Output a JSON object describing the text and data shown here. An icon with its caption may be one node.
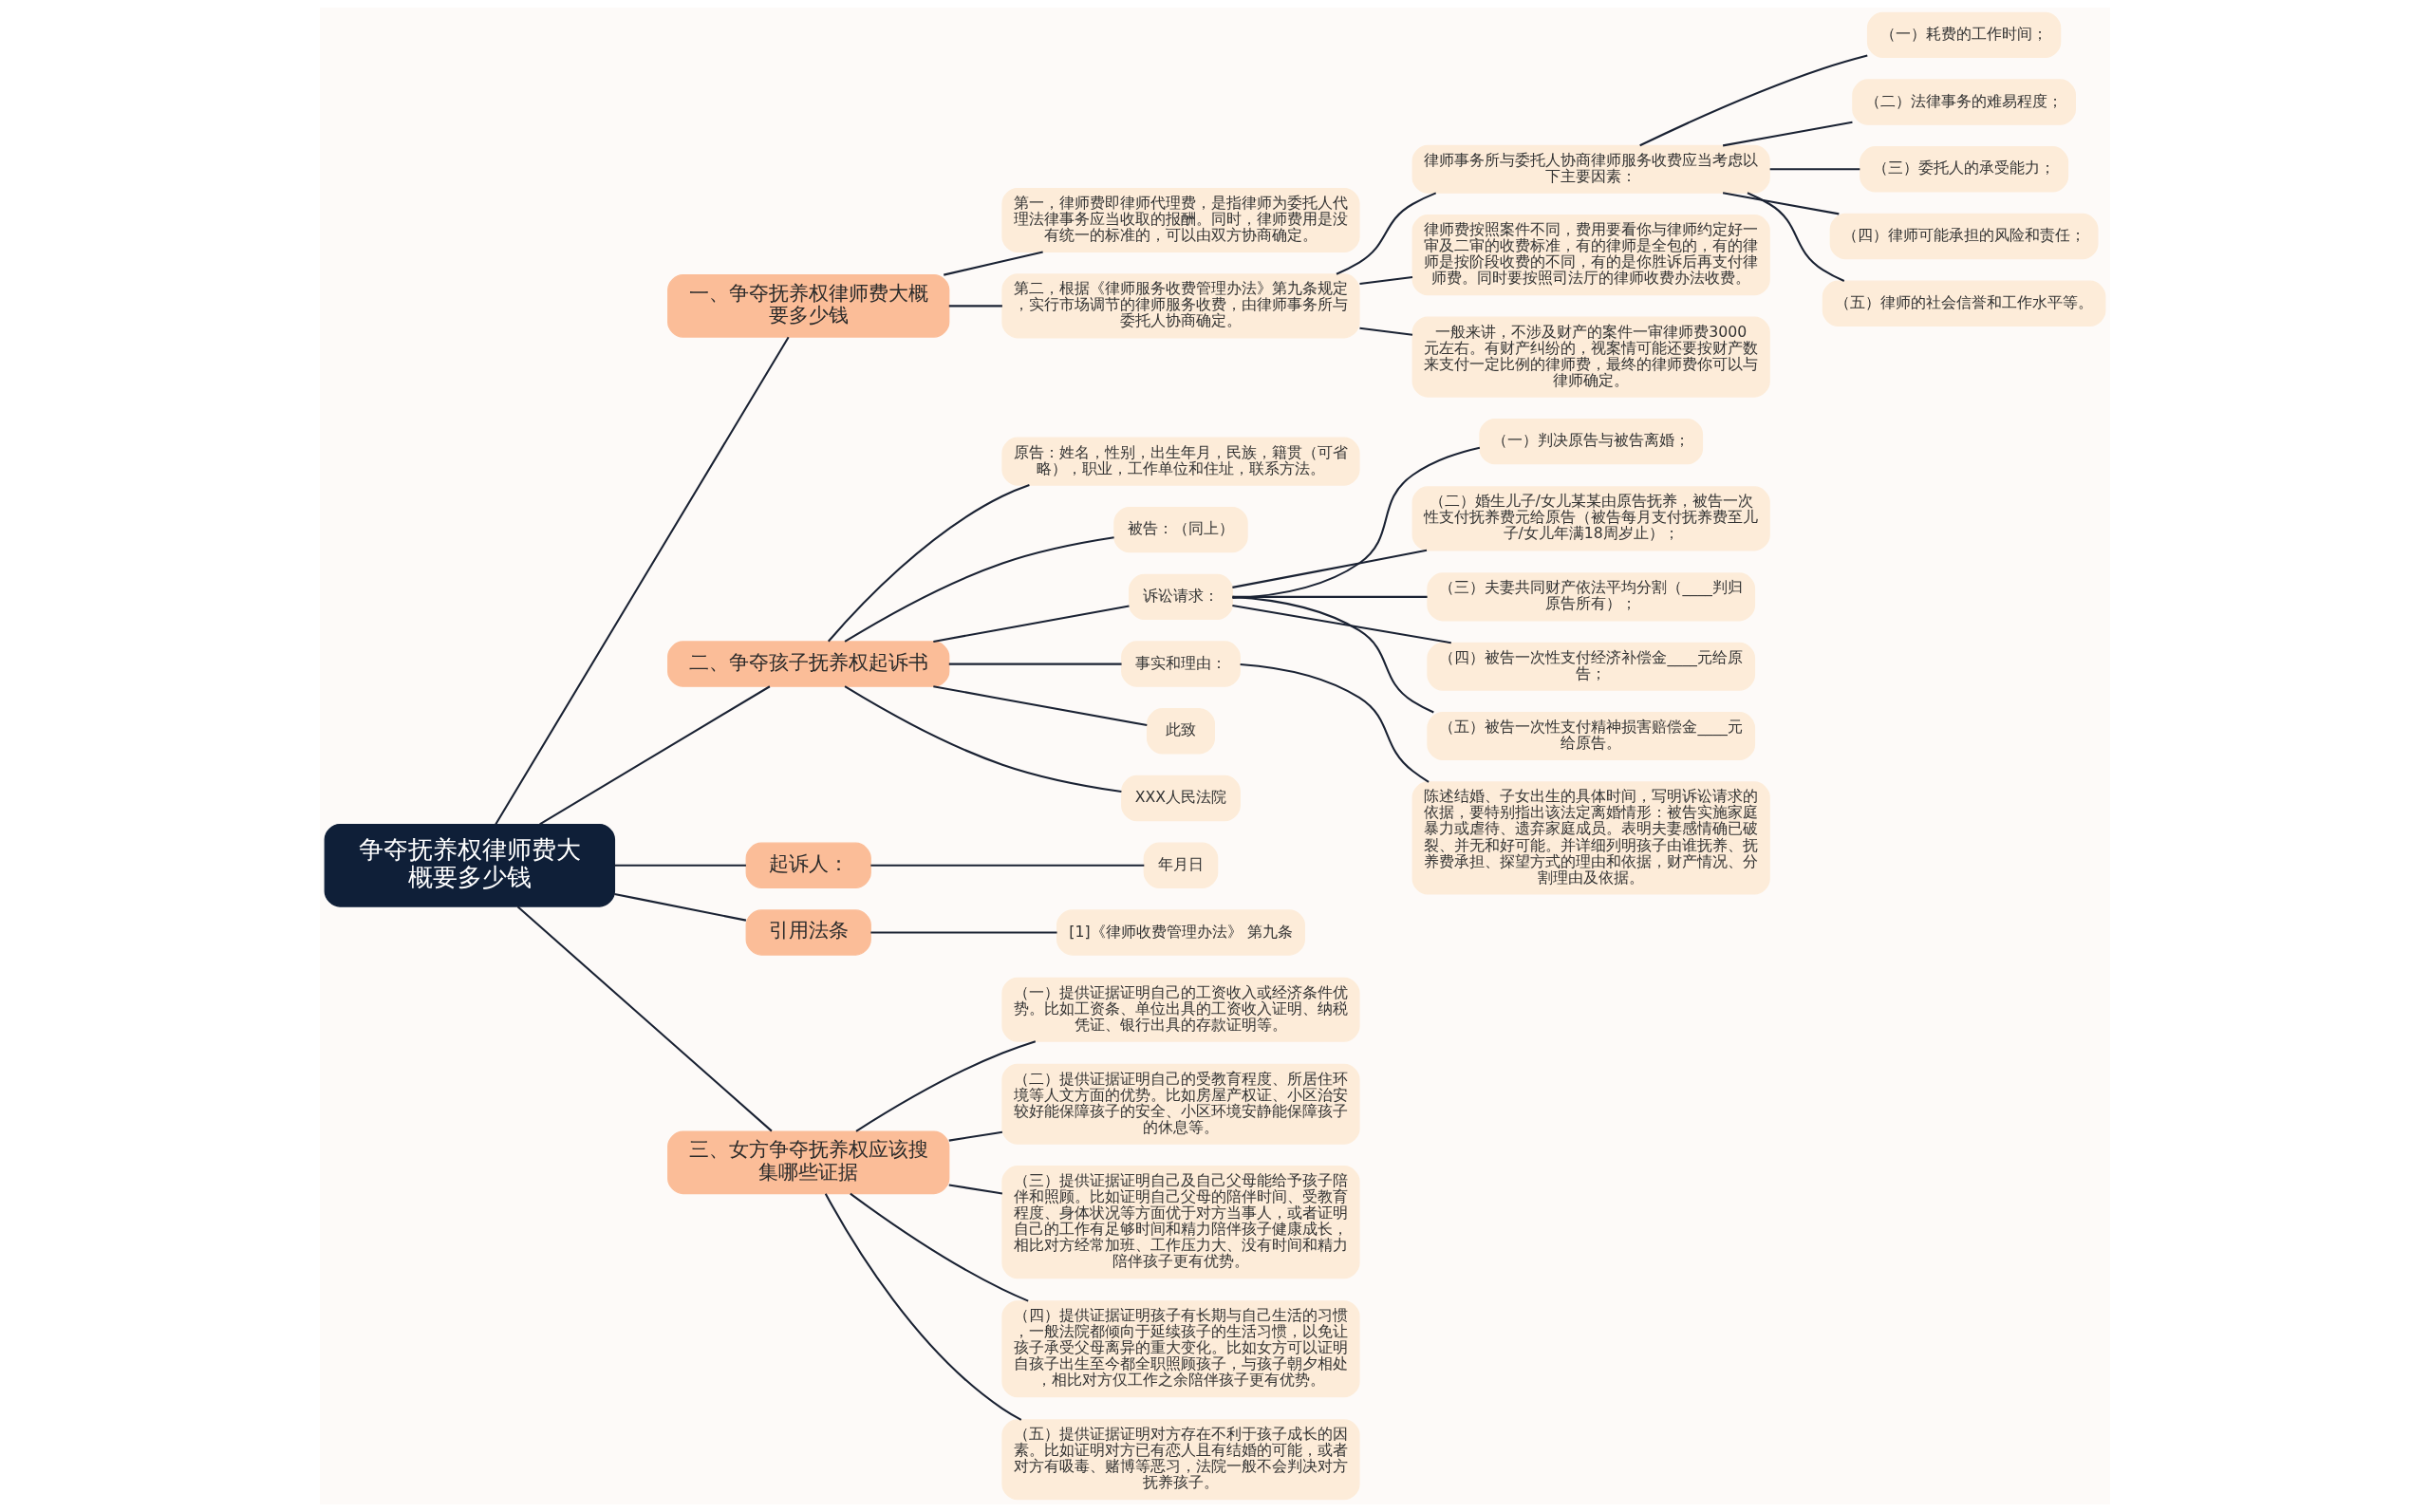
{
  "diagram": {
    "nodes": [
      {
        "text": [
          "争夺抚养权律师费大概要多少钱"
        ]
      },
      {
        "text": [
          "一、争夺抚养权律师费大概要多少钱"
        ]
      },
      {
        "text": [
          "第一，律师费即律师代理费，是指律师为委托人代理法律事务应当收取的报酬。同时，律师费用是没有统一的标准的，可以由双方协商确定。"
        ]
      },
      {
        "text": [
          "第二，根据《律师服务收费管理办法》第九条规定，实行市场调节的律师服务收费，由律师事务所与委托人协商确定。"
        ]
      },
      {
        "text": [
          "律师事务所与委托人协商律师服务收费应当考虑以下主要因素："
        ]
      },
      {
        "text": [
          "（一）耗费的工作时间；"
        ]
      },
      {
        "text": [
          "（二）法律事务的难易程度；"
        ]
      },
      {
        "text": [
          "（三）委托人的承受能力；"
        ]
      },
      {
        "text": [
          "（四）律师可能承担的风险和责任；"
        ]
      },
      {
        "text": [
          "（五）律师的社会信誉和工作水平等。"
        ]
      },
      {
        "text": [
          "律师费按照案件不同，费用要看你与律师约定好一审及二审的收费标准，有的律师是全包的，有的律师是按阶段收费的不同，有的是你胜诉后再支付律师费。同时要按照司法厅的律师收费办法收费。"
        ]
      },
      {
        "text": [
          "一般来讲，不涉及财产的案件一审律师费3000元左右。有财产纠纷的，视案情可能还要按财产数来支付一定比例的律师费，最终的律师费你可以与律师确定。"
        ]
      },
      {
        "text": [
          "二、争夺孩子抚养权起诉书"
        ]
      },
      {
        "text": [
          "原告：姓名，性别，出生年月，民族，籍贯（可省略），职业，工作单位和住址，联系方法。"
        ]
      },
      {
        "text": [
          "被告：（同上）"
        ]
      },
      {
        "text": [
          "诉讼请求："
        ]
      },
      {
        "text": [
          "（一）判决原告与被告离婚；"
        ]
      },
      {
        "text": [
          "（二）婚生儿子/女儿某某由原告抚养，被告一次性支付抚养费元给原告（被告每月支付抚养费至儿子/女儿年满18周岁止）；"
        ]
      },
      {
        "text": [
          "（三）夫妻共同财产依法平均分割（____判归原告所有）；"
        ]
      },
      {
        "text": [
          "（四）被告一次性支付经济补偿金____元给原告；"
        ]
      },
      {
        "text": [
          "（五）被告一次性支付精神损害赔偿金____元给原告。"
        ]
      },
      {
        "text": [
          "事实和理由："
        ]
      },
      {
        "text": [
          "陈述结婚、子女出生的具体时间，写明诉讼请求的依据，要特别指出该法定离婚情形：被告实施家庭暴力或虐待、遗弃家庭成员。表明夫妻感情确已破裂、并无和好可能。并详细列明孩子由谁抚养、抚养费承担、探望方式的理由和依据，财产情况、分割理由及依据。"
        ]
      },
      {
        "text": [
          "此致"
        ]
      },
      {
        "text": [
          "XXX人民法院"
        ]
      },
      {
        "text": [
          "起诉人："
        ]
      },
      {
        "text": [
          "年月日"
        ]
      },
      {
        "text": [
          "引用法条"
        ]
      },
      {
        "text": [
          "[1]《律师收费管理办法》 第九条"
        ]
      },
      {
        "text": [
          "三、女方争夺抚养权应该搜集哪些证据"
        ]
      },
      {
        "text": [
          "（一）提供证据证明自己的工资收入或经济条件优势。比如工资条、单位出具的工资收入证明、纳税凭证、银行出具的存款证明等。"
        ]
      },
      {
        "text": [
          "（二）提供证据证明自己的受教育程度、所居住环境等人文方面的优势。比如房屋产权证、小区治安较好能保障孩子的安全、小区环境安静能保障孩子的休息等。"
        ]
      },
      {
        "text": [
          "（三）提供证据证明自己及自己父母能给予孩子陪伴和照顾。比如证明自己父母的陪伴时间、受教育程度、身体状况等方面优于对方当事人，或者证明自己的工作有足够时间和精力陪伴孩子健康成长，相比对方经常加班、工作压力大、没有时间和精力陪伴孩子更有优势。"
        ]
      },
      {
        "text": [
          "（四）提供证据证明孩子有长期与自己生活的习惯，一般法院都倾向于延续孩子的生活习惯，以免让孩子承受父母离异的重大变化。比如女方可以证明自孩子出生至今都全职照顾孩子，与孩子朝夕相处，相比对方仅工作之余陪伴孩子更有优势。"
        ]
      },
      {
        "text": [
          "（五）提供证据证明对方存在不利于孩子成长的因素。比如证明对方已有恋人且有结婚的可能，或者对方有吸毒、赌博等恶习，法院一般不会判决对方抚养孩子。"
        ]
      }
    ],
    "edges": [
      {
        "from": 0,
        "to": 1,
        "arrow": "none"
      },
      {
        "from": 1,
        "to": 2,
        "arrow": "none"
      },
      {
        "from": 1,
        "to": 3,
        "arrow": "none"
      },
      {
        "from": 3,
        "to": 4,
        "arrow": "none"
      },
      {
        "from": 4,
        "to": 5,
        "arrow": "none"
      },
      {
        "from": 4,
        "to": 6,
        "arrow": "none"
      },
      {
        "from": 4,
        "to": 7,
        "arrow": "none"
      },
      {
        "from": 4,
        "to": 8,
        "arrow": "none"
      },
      {
        "from": 4,
        "to": 9,
        "arrow": "none"
      },
      {
        "from": 3,
        "to": 10,
        "arrow": "none"
      },
      {
        "from": 3,
        "to": 11,
        "arrow": "none"
      },
      {
        "from": 0,
        "to": 12,
        "arrow": "none"
      },
      {
        "from": 12,
        "to": 13,
        "arrow": "none"
      },
      {
        "from": 12,
        "to": 14,
        "arrow": "none"
      },
      {
        "from": 12,
        "to": 15,
        "arrow": "none"
      },
      {
        "from": 15,
        "to": 16,
        "arrow": "none"
      },
      {
        "from": 15,
        "to": 17,
        "arrow": "none"
      },
      {
        "from": 15,
        "to": 18,
        "arrow": "none"
      },
      {
        "from": 15,
        "to": 19,
        "arrow": "none"
      },
      {
        "from": 15,
        "to": 20,
        "arrow": "none"
      },
      {
        "from": 12,
        "to": 21,
        "arrow": "none"
      },
      {
        "from": 21,
        "to": 22,
        "arrow": "none"
      },
      {
        "from": 12,
        "to": 23,
        "arrow": "none"
      },
      {
        "from": 12,
        "to": 24,
        "arrow": "none"
      },
      {
        "from": 0,
        "to": 25,
        "arrow": "none"
      },
      {
        "from": 25,
        "to": 26,
        "arrow": "none"
      },
      {
        "from": 0,
        "to": 27,
        "arrow": "none"
      },
      {
        "from": 27,
        "to": 28,
        "arrow": "none"
      },
      {
        "from": 0,
        "to": 29,
        "arrow": "none"
      },
      {
        "from": 29,
        "to": 30,
        "arrow": "none"
      },
      {
        "from": 29,
        "to": 31,
        "arrow": "none"
      },
      {
        "from": 29,
        "to": 32,
        "arrow": "none"
      },
      {
        "from": 29,
        "to": 33,
        "arrow": "none"
      },
      {
        "from": 29,
        "to": 34,
        "arrow": "none"
      }
    ]
  }
}
